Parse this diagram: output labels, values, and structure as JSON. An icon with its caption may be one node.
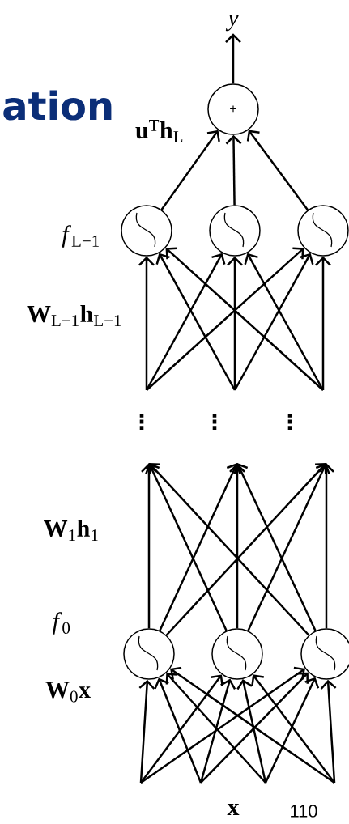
{
  "diagram": {
    "title": "ation",
    "nodes": [
      {
        "text": [
          "y"
        ]
      },
      {
        "text": [
          "+"
        ]
      },
      {
        "text": [],
        "shape": "circle"
      },
      {
        "text": [],
        "shape": "circle"
      },
      {
        "text": [],
        "shape": "circle"
      },
      {
        "text": [],
        "shape": "circle"
      },
      {
        "text": [],
        "shape": "circle"
      },
      {
        "text": [],
        "shape": "circle"
      }
    ],
    "edges": [
      {
        "from": 1,
        "to": 0,
        "arrow": "to"
      },
      {
        "from": 2,
        "to": 1,
        "arrow": "to"
      },
      {
        "from": 3,
        "to": 1,
        "arrow": "to"
      },
      {
        "from": 4,
        "to": 1,
        "arrow": "to"
      },
      {
        "from": null,
        "to": 2,
        "arrow": "to"
      },
      {
        "from": null,
        "to": 3,
        "arrow": "to"
      },
      {
        "from": null,
        "to": 4,
        "arrow": "to"
      },
      {
        "from": null,
        "to": 2,
        "arrow": "to"
      },
      {
        "from": null,
        "to": 3,
        "arrow": "to"
      },
      {
        "from": null,
        "to": 4,
        "arrow": "to"
      },
      {
        "from": null,
        "to": 2,
        "arrow": "to"
      },
      {
        "from": null,
        "to": 3,
        "arrow": "to"
      },
      {
        "from": null,
        "to": 4,
        "arrow": "to"
      },
      {
        "from": 5,
        "to": null,
        "arrow": "to"
      },
      {
        "from": 5,
        "to": null,
        "arrow": "to"
      },
      {
        "from": 5,
        "to": null,
        "arrow": "to"
      },
      {
        "from": 6,
        "to": null,
        "arrow": "to"
      },
      {
        "from": 6,
        "to": null,
        "arrow": "to"
      },
      {
        "from": 6,
        "to": null,
        "arrow": "to"
      },
      {
        "from": 7,
        "to": null,
        "arrow": "to"
      },
      {
        "from": 7,
        "to": null,
        "arrow": "to"
      },
      {
        "from": 7,
        "to": null,
        "arrow": "to"
      },
      {
        "from": null,
        "to": 5,
        "arrow": "to"
      },
      {
        "from": null,
        "to": 6,
        "arrow": "to"
      },
      {
        "from": null,
        "to": 7,
        "arrow": "to"
      },
      {
        "from": null,
        "to": 5,
        "arrow": "to"
      },
      {
        "from": null,
        "to": 6,
        "arrow": "to"
      },
      {
        "from": null,
        "to": 7,
        "arrow": "to"
      },
      {
        "from": null,
        "to": 5,
        "arrow": "to"
      },
      {
        "from": null,
        "to": 6,
        "arrow": "to"
      },
      {
        "from": null,
        "to": 7,
        "arrow": "to"
      },
      {
        "from": null,
        "to": 5,
        "arrow": "to"
      },
      {
        "from": null,
        "to": 6,
        "arrow": "to"
      },
      {
        "from": null,
        "to": 7,
        "arrow": "to"
      }
    ],
    "labels": [
      "**u**$^{T}$**h**$_{L}$",
      "*f*$_{L−1}$",
      "**W**$_{L−1}$**h**$_{L−1}$",
      "⋮",
      "⋮",
      "⋮",
      "**W**$_{1}$**h**$_{1}$",
      "*f*$_{0}$",
      "**W**$_{0}$**x**",
      "x",
      "110"
    ]
  }
}
